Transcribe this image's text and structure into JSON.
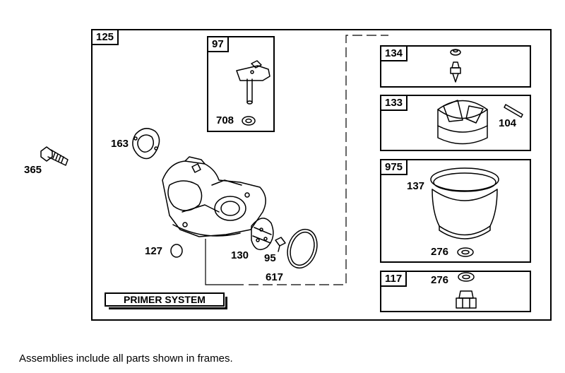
{
  "frames": {
    "main": "125",
    "f97": "97",
    "f134": "134",
    "f133": "133",
    "f975": "975",
    "f117": "117"
  },
  "parts": {
    "p365": "365",
    "p163": "163",
    "p708": "708",
    "p104": "104",
    "p137": "137",
    "p127": "127",
    "p130": "130",
    "p95": "95",
    "p617": "617",
    "p276a": "276",
    "p276b": "276"
  },
  "primer_label": "PRIMER SYSTEM",
  "footnote": "Assemblies include all parts shown in frames."
}
